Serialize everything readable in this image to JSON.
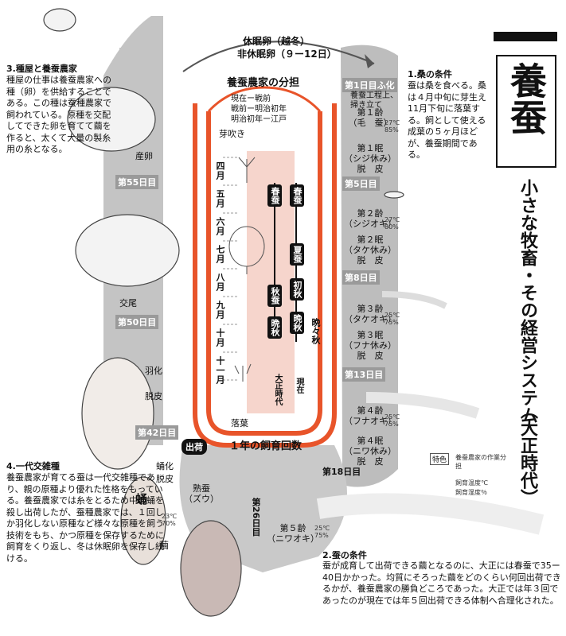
{
  "title_main": "養蚕",
  "title_sub": "小さな牧畜・その経営システム",
  "title_era": "（大正時代）",
  "top_labels": {
    "dormant": "休眠卵（越冬）",
    "nondormant": "非休眠卵（９ー12日）"
  },
  "center": {
    "heading": "養蚕農家の分担",
    "lines": [
      "現在ー戦前",
      "戦前ー明治初年",
      "明治初年ー江戸"
    ],
    "bud": "芽吹き",
    "fallen": "落葉",
    "months": [
      "四月",
      "五月",
      "六月",
      "七月",
      "八月",
      "九月",
      "十月",
      "十一月"
    ],
    "eras": [
      "大正時代",
      "現在"
    ],
    "annual": "１年の飼育回数",
    "shipping": "出荷",
    "seasons": [
      "春蚕",
      "春蚕",
      "夏蚕",
      "初秋",
      "秋蚕",
      "晩秋",
      "晩秋",
      "晩々秋"
    ]
  },
  "days": [
    "第1日目",
    "第5日目",
    "第8日目",
    "第13日目",
    "第18日目",
    "第26日目",
    "第42日目",
    "第50日目",
    "第55日目"
  ],
  "day1_suffix": "ふ化",
  "day1_note": "養蚕工程上、\n掃き立て",
  "stages": [
    "第１齢\n（毛　蚕）",
    "第１眠\n（シジ休み）\n脱　皮",
    "第２齢\n（シジオキ）",
    "第２眠\n（タケ休み）\n脱　皮",
    "第３齢\n（タケオキ）",
    "第３眠\n（フナ休み）\n脱　皮",
    "第４齢\n（フナオキ）",
    "第４眠\n（ニワ休み）\n脱　皮",
    "第５齢\n（ニワオキ）",
    "熟蚕\n（ズウ）"
  ],
  "left_stages": [
    "蛹化",
    "脱皮",
    "蛹",
    "繭",
    "羽化",
    "脱皮",
    "交尾",
    "産卵"
  ],
  "notes": {
    "n1_title": "1.桑の条件",
    "n1_body": "蚕は桑を食べる。桑は４月中旬に芽生え11月下旬に落葉する。飼として使える成葉の５ヶ月ほどが、養蚕期間である。",
    "n2_title": "2.蚕の条件",
    "n2_body": "蚕が成育して出荷できる繭となるのに、大正には春蚕で35ー40日かかった。均質にそろった繭をどのくらい何回出荷できるかが、養蚕農家の勝負どころであった。大正では年３回であったのが現在では年５回出荷できる体制へ合理化された。",
    "n3_title": "3.種屋と養蚕農家",
    "n3_body": "種屋の仕事は養蚕農家への種（卵）を供給することである。この種は蚕種農家で飼われている。原種を交配してできた卵を育てて繭を作ると、太くて大量の製糸用の糸となる。",
    "n4_title": "4.一代交雑種",
    "n4_body": "養蚕農家が育てる蚕は一代交雑種であり、親の原種より優れた性格をもっている。養蚕農家では糸をとるため中の蛹を殺し出荷したが、蚕種農家では、１回しか羽化しない原種など様々な原種を飼う技術をもち、かつ原種を保存するために飼育をくり返し、冬は休眠卵を保存し続ける。"
  },
  "legend": {
    "tag": "特色",
    "l1": "養蚕農家の作業分担",
    "l2": "飼育温度℃",
    "l3": "飼育湿度％"
  },
  "temps": [
    "27℃ 85%",
    "27℃ 80%",
    "25℃ 75%",
    "25℃ 75%",
    "25℃ 75%",
    "23℃ 70%"
  ],
  "colors": {
    "orange": "#e8542a",
    "gray": "#b5b5b5",
    "pink": "#f6d5cc"
  }
}
